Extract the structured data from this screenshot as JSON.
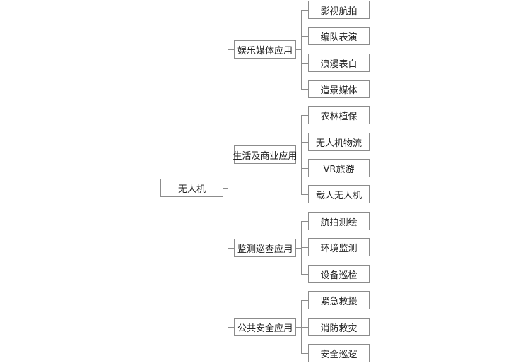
{
  "root": {
    "label": "无人机"
  },
  "categories": [
    {
      "label": "娱乐媒体应用",
      "children": [
        "影视航拍",
        "编队表演",
        "浪漫表白",
        "造景媒体"
      ]
    },
    {
      "label": "生活及商业应用",
      "children": [
        "农林植保",
        "无人机物流",
        "VR旅游",
        "载人无人机"
      ]
    },
    {
      "label": "监测巡查应用",
      "children": [
        "航拍测绘",
        "环境监测",
        "设备巡检"
      ]
    },
    {
      "label": "公共安全应用",
      "children": [
        "紧急救援",
        "消防救灾",
        "安全巡逻"
      ]
    }
  ]
}
